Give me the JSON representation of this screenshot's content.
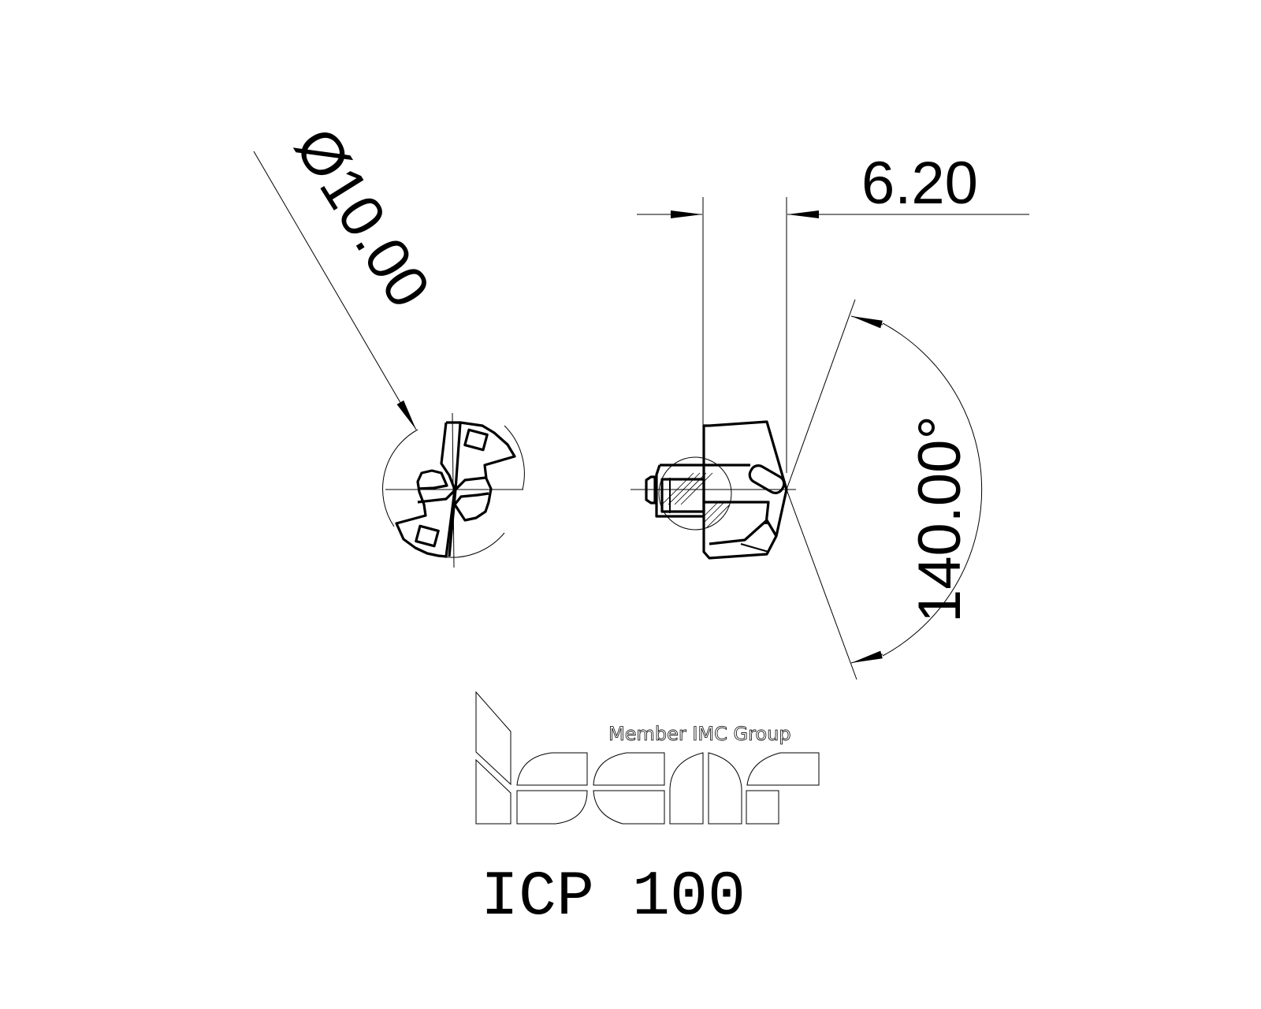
{
  "drawing": {
    "title": "ICP 100",
    "brand": {
      "name": "iscar",
      "tagline": "Member IMC Group"
    },
    "dimensions": {
      "diameter": {
        "label": "Ø10.00",
        "value": 10.0,
        "unit": "mm",
        "type": "diameter"
      },
      "width": {
        "label": "6.20",
        "value": 6.2,
        "unit": "mm",
        "type": "linear"
      },
      "point_angle": {
        "label": "140.00°",
        "value": 140.0,
        "unit": "deg",
        "type": "angular"
      }
    },
    "views": [
      {
        "name": "end-view",
        "description": "Insert end view with cutting edges"
      },
      {
        "name": "side-view",
        "description": "Insert side view with hatched section"
      }
    ],
    "colors": {
      "line": "#000000",
      "background": "#ffffff"
    }
  }
}
